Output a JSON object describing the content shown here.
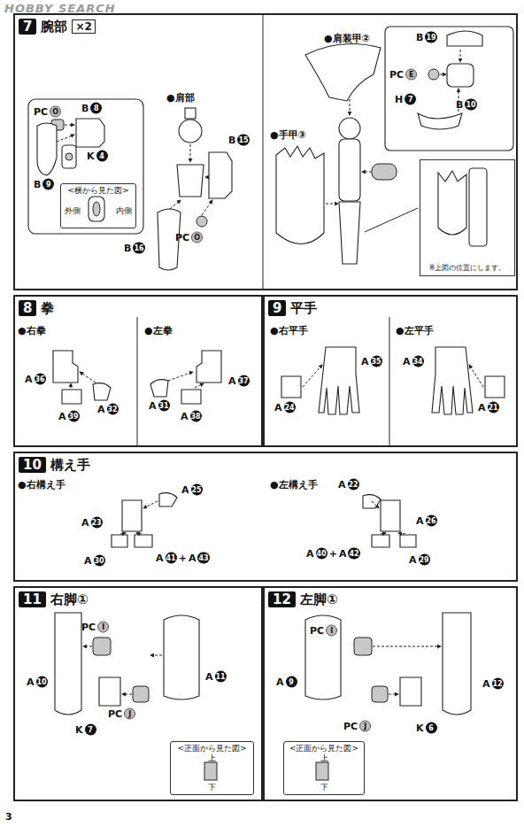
{
  "diagram": {
    "nodes": [
      {
        "text": [
          "7",
          "腕部",
          "×2"
        ]
      },
      {
        "text": [
          "<横から見た図>",
          "外側",
          "内側"
        ],
        "in": 0
      },
      {
        "text": [
          "※上図の位置にします。"
        ],
        "in": 0
      },
      {
        "text": [
          "8",
          "拳"
        ]
      },
      {
        "text": [
          "9",
          "平手"
        ]
      },
      {
        "text": [
          "10",
          "構え手"
        ]
      },
      {
        "text": [
          "11",
          "右脚①"
        ]
      },
      {
        "text": [
          "<正面から見た図>",
          "上",
          "下"
        ],
        "in": 6
      },
      {
        "text": [
          "12",
          "左脚①"
        ]
      },
      {
        "text": [
          "<正面から見た図>",
          "上",
          "下"
        ],
        "in": 8
      }
    ],
    "labels": [
      "●肩部",
      "PC",
      "O",
      "B",
      "8",
      "K",
      "4",
      "B",
      "9",
      "B",
      "15",
      "PC",
      "O",
      "B",
      "16",
      "●肩装甲②",
      "B",
      "19",
      "PC",
      "E",
      "B",
      "10",
      "H",
      "7",
      "●手甲③",
      "●右拳",
      "A",
      "36",
      "A",
      "39",
      "A",
      "32",
      "●左拳",
      "A",
      "31",
      "A",
      "38",
      "A",
      "37",
      "●右平手",
      "A",
      "35",
      "A",
      "24",
      "●左平手",
      "A",
      "34",
      "A",
      "21",
      "●右構え手",
      "A",
      "25",
      "A",
      "23",
      "A",
      "41",
      "+",
      "A",
      "43",
      "A",
      "30",
      "●左構え手",
      "A",
      "22",
      "A",
      "26",
      "A",
      "40",
      "+",
      "A",
      "42",
      "A",
      "29",
      "PC",
      "I",
      "A",
      "10",
      "A",
      "11",
      "K",
      "7",
      "PC",
      "J",
      "PC",
      "I",
      "A",
      "9",
      "A",
      "12",
      "PC",
      "J",
      "K",
      "6",
      "HOBBY SEARCH",
      "3"
    ]
  }
}
